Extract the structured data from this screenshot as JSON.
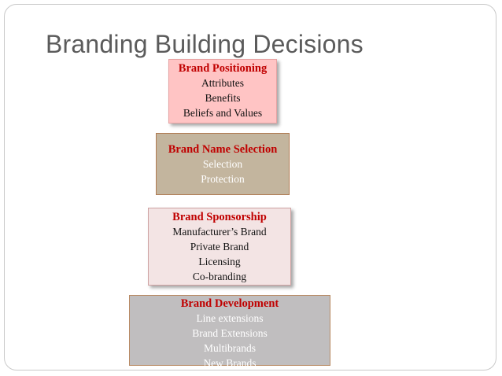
{
  "title": "Branding Building Decisions",
  "diagram": {
    "boxes": [
      {
        "heading": "Brand Positioning",
        "items": [
          "Attributes",
          "Benefits",
          "Beliefs and Values"
        ]
      },
      {
        "heading": "Brand Name Selection",
        "items": [
          "Selection",
          "Protection"
        ]
      },
      {
        "heading": "Brand Sponsorship",
        "items": [
          "Manufacturer’s Brand",
          "Private Brand",
          "Licensing",
          "Co-branding"
        ]
      },
      {
        "heading": "Brand Development",
        "items": [
          "Line extensions",
          "Brand Extensions",
          "Multibrands",
          "New Brands"
        ]
      }
    ]
  },
  "colors": {
    "title": "#5b5b5b",
    "heading": "#c00000",
    "box_positioning": "#ffc4c4",
    "box_name_selection": "#c3b59e",
    "box_sponsorship": "#f3e4e4",
    "box_development": "#c0bebf"
  }
}
